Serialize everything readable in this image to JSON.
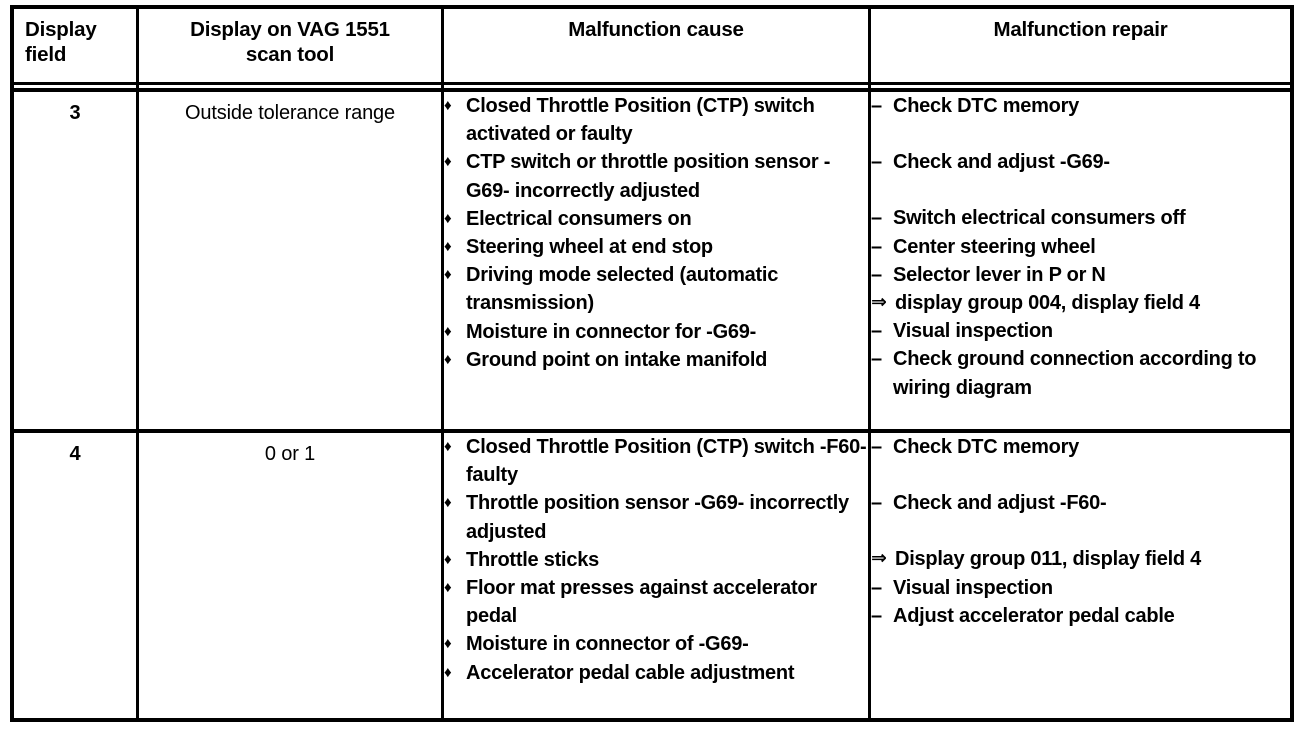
{
  "table": {
    "headers": [
      {
        "label": "Display\nfield",
        "align": "left"
      },
      {
        "label": "Display on VAG 1551\nscan tool",
        "align": "center"
      },
      {
        "label": "Malfunction cause",
        "align": "center"
      },
      {
        "label": "Malfunction repair",
        "align": "center"
      }
    ],
    "bullets": {
      "cause_marker": "♦",
      "repair_marker": "–",
      "arrow_marker": "⇒"
    },
    "rows": [
      {
        "display_field": "3",
        "scan_tool_display": "Outside tolerance range",
        "causes": [
          "Closed Throttle Position (CTP) switch activated or faulty",
          "CTP switch or throttle position sensor -G69- incorrectly adjusted",
          "Electrical consumers on",
          "Steering wheel at end stop",
          "Driving mode selected (automatic transmission)",
          "Moisture in connector for -G69-",
          "Ground point on intake manifold"
        ],
        "repairs": [
          {
            "marker": "dash",
            "text": "Check DTC memory",
            "gap_before": false
          },
          {
            "marker": "dash",
            "text": "Check and adjust -G69-",
            "gap_before": true
          },
          {
            "marker": "dash",
            "text": "Switch electrical consumers off",
            "gap_before": true
          },
          {
            "marker": "dash",
            "text": "Center steering wheel",
            "gap_before": false
          },
          {
            "marker": "dash",
            "text": "Selector lever in P or N",
            "gap_before": false
          },
          {
            "marker": "arrow",
            "text": "display group 004, display field 4",
            "gap_before": false
          },
          {
            "marker": "dash",
            "text": "Visual inspection",
            "gap_before": false
          },
          {
            "marker": "dash",
            "text": "Check ground connection according to wiring diagram",
            "gap_before": false
          }
        ]
      },
      {
        "display_field": "4",
        "scan_tool_display": "0 or 1",
        "causes": [
          "Closed Throttle Position (CTP) switch -F60- faulty",
          "Throttle position sensor -G69- incorrectly adjusted",
          "Throttle sticks",
          "Floor mat presses against accelerator pedal",
          "Moisture in connector of -G69-",
          "Accelerator pedal cable adjustment"
        ],
        "repairs": [
          {
            "marker": "dash",
            "text": "Check DTC memory",
            "gap_before": false
          },
          {
            "marker": "dash",
            "text": "Check and adjust -F60-",
            "gap_before": true
          },
          {
            "marker": "arrow",
            "text": "Display group 011, display field 4",
            "gap_before": true
          },
          {
            "marker": "dash",
            "text": "Visual inspection",
            "gap_before": false
          },
          {
            "marker": "dash",
            "text": "Adjust accelerator pedal cable",
            "gap_before": false
          }
        ]
      }
    ]
  }
}
